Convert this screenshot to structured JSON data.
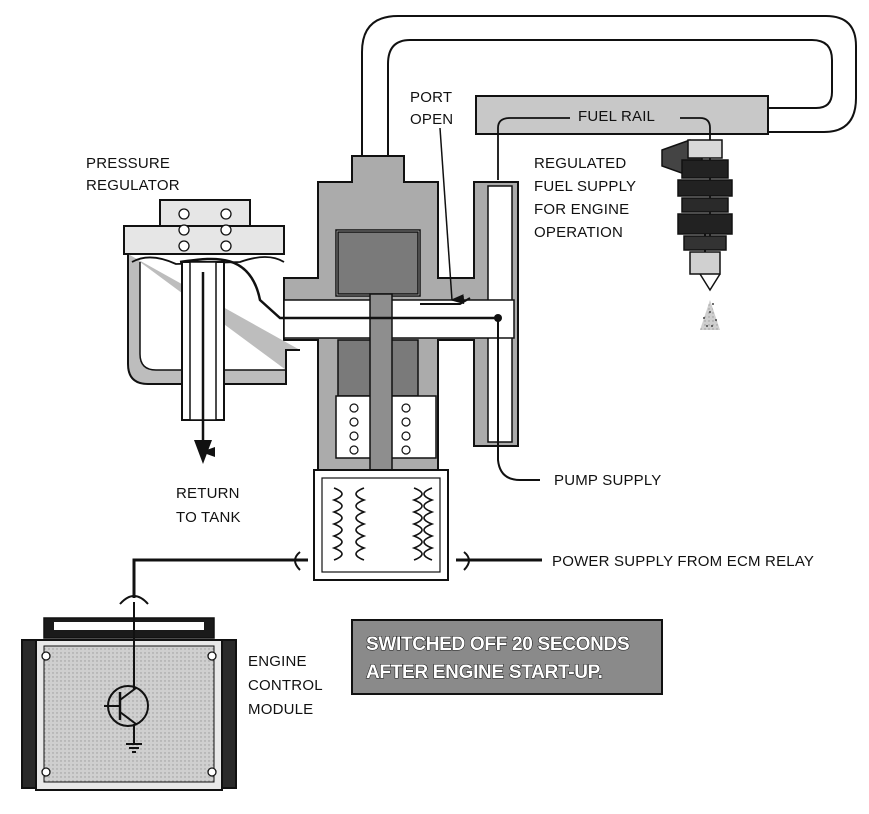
{
  "labels": {
    "port_open": [
      "PORT",
      "OPEN"
    ],
    "fuel_rail": "FUEL RAIL",
    "pressure_regulator": [
      "PRESSURE",
      "REGULATOR"
    ],
    "regulated_fuel_supply": [
      "REGULATED",
      "FUEL SUPPLY",
      "FOR ENGINE",
      "OPERATION"
    ],
    "return_to_tank": [
      "RETURN",
      "TO TANK"
    ],
    "pump_supply": "PUMP SUPPLY",
    "power_supply": "POWER SUPPLY FROM ECM RELAY",
    "engine_control_module": [
      "ENGINE",
      "CONTROL",
      "MODULE"
    ]
  },
  "note_box": {
    "lines": [
      "SWITCHED OFF 20 SECONDS",
      "AFTER ENGINE START-UP."
    ],
    "fill": "#8a8a8a"
  },
  "colors": {
    "line": "#111111",
    "body_gray": "#b5b5b5",
    "dark_gray": "#6e6e6e",
    "light_gray": "#d8d8d8"
  }
}
